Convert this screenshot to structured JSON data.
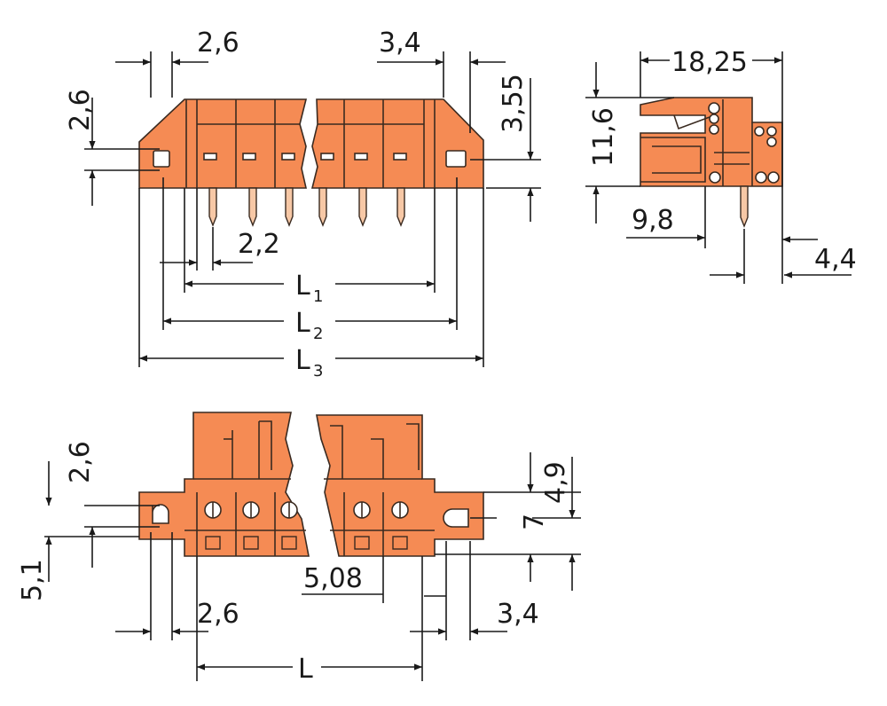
{
  "colors": {
    "body": "#f58b54",
    "pin": "#f7c8a6",
    "outline": "#3a2a20",
    "dimension": "#1a1a1a"
  },
  "front_view": {
    "dim_top_left": "2,6",
    "dim_top_right": "3,4",
    "dim_left_height": "2,6",
    "dim_right_height": "3,55",
    "dim_pin_pitch": "2,2",
    "dim_l1": {
      "letter": "L",
      "sub": "1"
    },
    "dim_l2": {
      "letter": "L",
      "sub": "2"
    },
    "dim_l3": {
      "letter": "L",
      "sub": "3"
    }
  },
  "side_view": {
    "dim_width": "18,25",
    "dim_height": "11,6",
    "dim_pin_offset": "9,8",
    "dim_rear": "4,4"
  },
  "bottom_view": {
    "dim_left_height": "2,6",
    "dim_left_width": "2,6",
    "dim_left_base": "5,1",
    "dim_right_top": "4,9",
    "dim_right_mid": "7",
    "dim_pitch": "5,08",
    "dim_right_width": "3,4",
    "dim_length": "L"
  }
}
